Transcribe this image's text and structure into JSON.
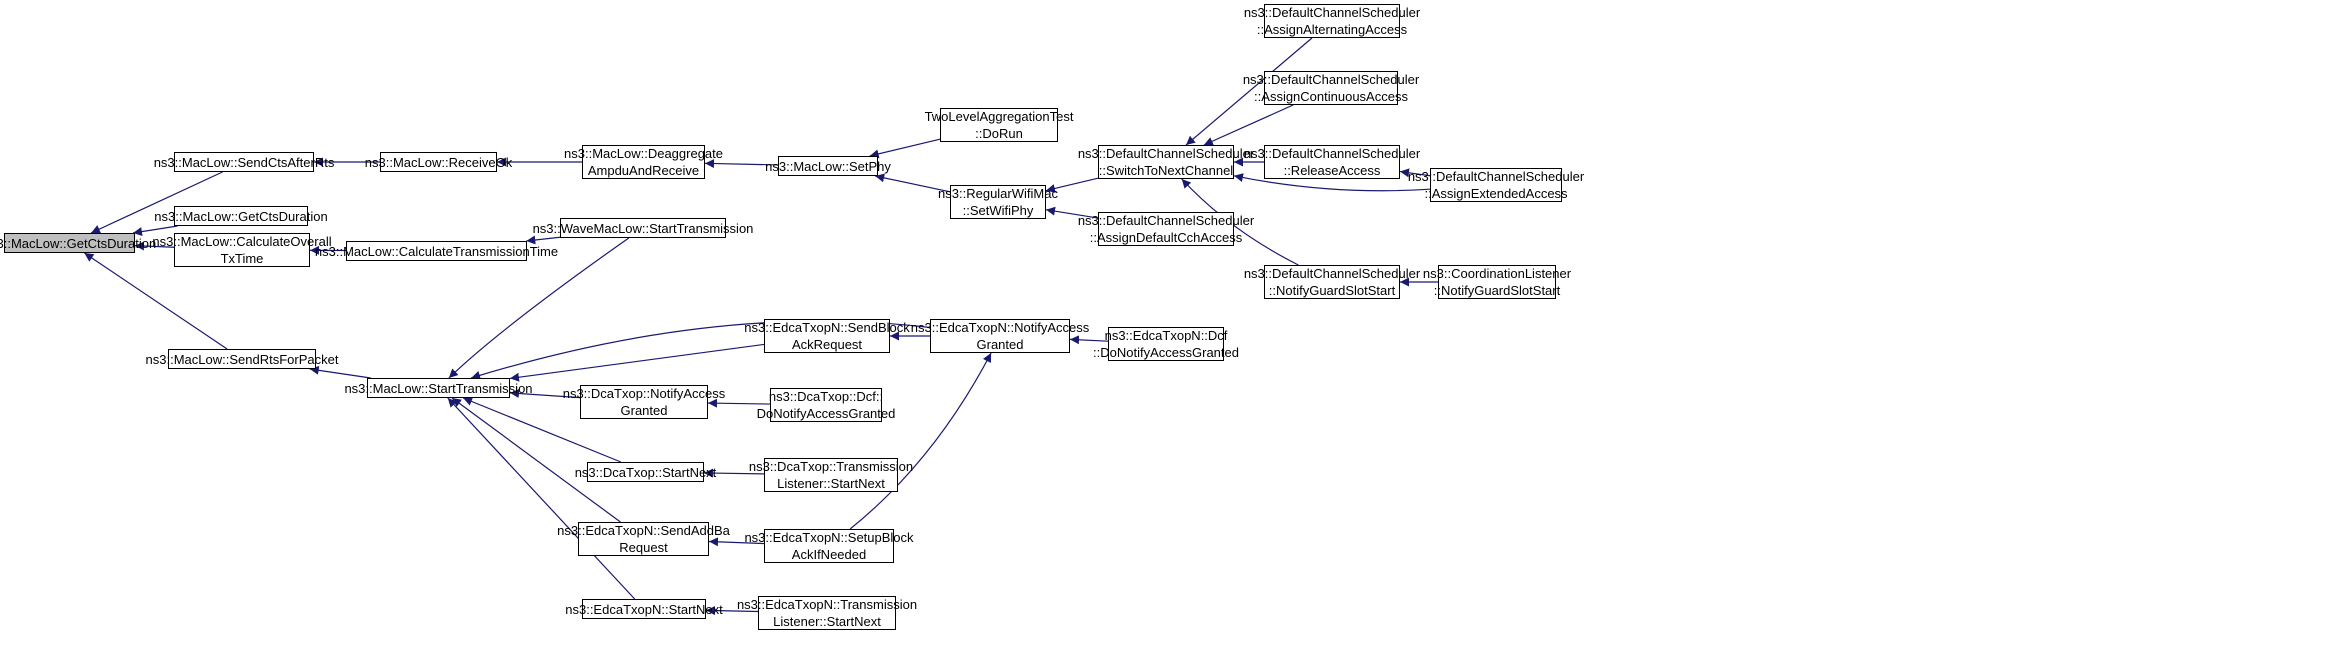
{
  "theme": {
    "edge_color": "#191970",
    "node_border": "#000000",
    "node_fill": "#ffffff",
    "root_fill": "#bfbfbf"
  },
  "nodes": [
    {
      "id": "root",
      "lines": [
        "ns3::MacLow::GetCtsDuration"
      ],
      "root": true
    },
    {
      "id": "sendCtsAfterRts",
      "lines": [
        "ns3::MacLow::SendCtsAfterRts"
      ]
    },
    {
      "id": "getCtsDuration2",
      "lines": [
        "ns3::MacLow::GetCtsDuration"
      ]
    },
    {
      "id": "calcOverall",
      "lines": [
        "ns3::MacLow::CalculateOverall",
        "TxTime"
      ]
    },
    {
      "id": "sendRtsForPacket",
      "lines": [
        "ns3::MacLow::SendRtsForPacket"
      ]
    },
    {
      "id": "receiveOk",
      "lines": [
        "ns3::MacLow::ReceiveOk"
      ]
    },
    {
      "id": "calcTxTime",
      "lines": [
        "ns3::MacLow::CalculateTransmissionTime"
      ]
    },
    {
      "id": "startTx",
      "lines": [
        "ns3::MacLow::StartTransmission"
      ]
    },
    {
      "id": "deaggregate",
      "lines": [
        "ns3::MacLow::Deaggregate",
        "AmpduAndReceive"
      ]
    },
    {
      "id": "waveStartTx",
      "lines": [
        "ns3::WaveMacLow::StartTransmission"
      ]
    },
    {
      "id": "edcaSendBlockAck",
      "lines": [
        "ns3::EdcaTxopN::SendBlock",
        "AckRequest"
      ]
    },
    {
      "id": "dcaNotifyAccess",
      "lines": [
        "ns3::DcaTxop::NotifyAccess",
        "Granted"
      ]
    },
    {
      "id": "dcaStartNext",
      "lines": [
        "ns3::DcaTxop::StartNext"
      ]
    },
    {
      "id": "edcaSendAddBa",
      "lines": [
        "ns3::EdcaTxopN::SendAddBa",
        "Request"
      ]
    },
    {
      "id": "edcaStartNext",
      "lines": [
        "ns3::EdcaTxopN::StartNext"
      ]
    },
    {
      "id": "setPhy",
      "lines": [
        "ns3::MacLow::SetPhy"
      ]
    },
    {
      "id": "dcfDoNotify",
      "lines": [
        "ns3::DcaTxop::Dcf::",
        "DoNotifyAccessGranted"
      ]
    },
    {
      "id": "dcaTxListener",
      "lines": [
        "ns3::DcaTxop::Transmission",
        "Listener::StartNext"
      ]
    },
    {
      "id": "edcaSetupBlock",
      "lines": [
        "ns3::EdcaTxopN::SetupBlock",
        "AckIfNeeded"
      ]
    },
    {
      "id": "edcaTxListener",
      "lines": [
        "ns3::EdcaTxopN::Transmission",
        "Listener::StartNext"
      ]
    },
    {
      "id": "twoLevel",
      "lines": [
        "TwoLevelAggregationTest",
        "::DoRun"
      ]
    },
    {
      "id": "setWifiPhy",
      "lines": [
        "ns3::RegularWifiMac",
        "::SetWifiPhy"
      ]
    },
    {
      "id": "edcaNotifyAccess",
      "lines": [
        "ns3::EdcaTxopN::NotifyAccess",
        "Granted"
      ]
    },
    {
      "id": "switchToNext",
      "lines": [
        "ns3::DefaultChannelScheduler",
        "::SwitchToNextChannel"
      ]
    },
    {
      "id": "assignDefaultCch",
      "lines": [
        "ns3::DefaultChannelScheduler",
        "::AssignDefaultCchAccess"
      ]
    },
    {
      "id": "edcaDcfNotify",
      "lines": [
        "ns3::EdcaTxopN::Dcf",
        "::DoNotifyAccessGranted"
      ]
    },
    {
      "id": "assignAlternating",
      "lines": [
        "ns3::DefaultChannelScheduler",
        "::AssignAlternatingAccess"
      ]
    },
    {
      "id": "assignContinuous",
      "lines": [
        "ns3::DefaultChannelScheduler",
        "::AssignContinuousAccess"
      ]
    },
    {
      "id": "releaseAccess",
      "lines": [
        "ns3::DefaultChannelScheduler",
        "::ReleaseAccess"
      ]
    },
    {
      "id": "notifyGuard",
      "lines": [
        "ns3::DefaultChannelScheduler",
        "::NotifyGuardSlotStart"
      ]
    },
    {
      "id": "assignExtended",
      "lines": [
        "ns3::DefaultChannelScheduler",
        "::AssignExtendedAccess"
      ]
    },
    {
      "id": "coordListener",
      "lines": [
        "ns3::CoordinationListener",
        "::NotifyGuardSlotStart"
      ]
    }
  ],
  "edges": [
    [
      "sendCtsAfterRts",
      "root"
    ],
    [
      "getCtsDuration2",
      "root"
    ],
    [
      "calcOverall",
      "root"
    ],
    [
      "sendRtsForPacket",
      "root"
    ],
    [
      "receiveOk",
      "sendCtsAfterRts"
    ],
    [
      "calcTxTime",
      "calcOverall"
    ],
    [
      "startTx",
      "sendRtsForPacket"
    ],
    [
      "deaggregate",
      "receiveOk"
    ],
    [
      "waveStartTx",
      "calcTxTime"
    ],
    [
      "setPhy",
      "deaggregate"
    ],
    [
      "twoLevel",
      "setPhy"
    ],
    [
      "setWifiPhy",
      "setPhy"
    ],
    [
      "switchToNext",
      "setWifiPhy"
    ],
    [
      "assignDefaultCch",
      "setWifiPhy"
    ],
    [
      "assignAlternating",
      "switchToNext"
    ],
    [
      "assignContinuous",
      "switchToNext"
    ],
    [
      "releaseAccess",
      "switchToNext"
    ],
    [
      "assignExtended",
      "switchToNext"
    ],
    [
      "notifyGuard",
      "switchToNext"
    ],
    [
      "assignExtended",
      "releaseAccess"
    ],
    [
      "coordListener",
      "notifyGuard"
    ],
    [
      "waveStartTx",
      "startTx"
    ],
    [
      "edcaNotifyAccess",
      "startTx"
    ],
    [
      "edcaSendBlockAck",
      "startTx"
    ],
    [
      "dcaNotifyAccess",
      "startTx"
    ],
    [
      "dcaStartNext",
      "startTx"
    ],
    [
      "edcaSendAddBa",
      "startTx"
    ],
    [
      "edcaStartNext",
      "startTx"
    ],
    [
      "edcaNotifyAccess",
      "edcaSendBlockAck"
    ],
    [
      "edcaDcfNotify",
      "edcaNotifyAccess"
    ],
    [
      "edcaSetupBlock",
      "edcaNotifyAccess"
    ],
    [
      "dcfDoNotify",
      "dcaNotifyAccess"
    ],
    [
      "dcaTxListener",
      "dcaStartNext"
    ],
    [
      "edcaSetupBlock",
      "edcaSendAddBa"
    ],
    [
      "edcaTxListener",
      "edcaStartNext"
    ]
  ]
}
